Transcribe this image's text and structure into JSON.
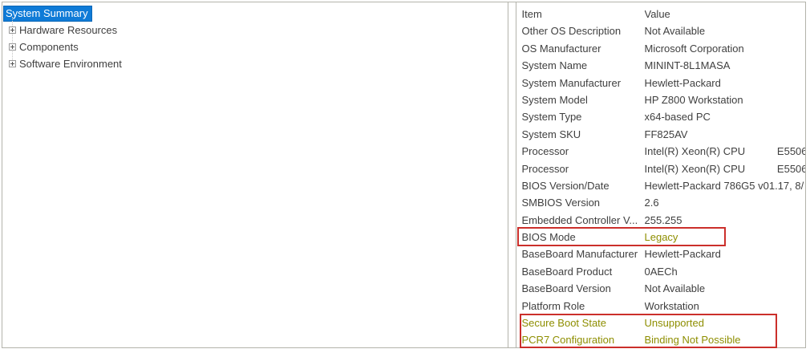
{
  "app": {
    "description": "System Information (msinfo32) content area"
  },
  "colors": {
    "selection_blue": "#0f7bd7",
    "annotation_red": "#cb2f2b",
    "highlight_olive": "#8e8e00",
    "pane_border_gray": "#b3b3ab",
    "text_gray": "#3f3f3f"
  },
  "left_panel": {
    "selected_item": "System Summary",
    "tree_items": [
      {
        "label": "Hardware Resources",
        "expand_icon": "plus-box-icon"
      },
      {
        "label": "Components",
        "expand_icon": "plus-box-icon"
      },
      {
        "label": "Software Environment",
        "expand_icon": "plus-box-icon"
      }
    ]
  },
  "right_panel": {
    "columns": {
      "item": "Item",
      "value": "Value"
    },
    "rows": [
      {
        "item": "Other OS Description",
        "value": "Not Available",
        "style": "normal"
      },
      {
        "item": "OS Manufacturer",
        "value": "Microsoft Corporation",
        "style": "normal"
      },
      {
        "item": "System Name",
        "value": "MININT-8L1MASA",
        "style": "normal"
      },
      {
        "item": "System Manufacturer",
        "value": "Hewlett-Packard",
        "style": "normal"
      },
      {
        "item": "System Model",
        "value": "HP Z800 Workstation",
        "style": "normal"
      },
      {
        "item": "System Type",
        "value": "x64-based PC",
        "style": "normal"
      },
      {
        "item": "System SKU",
        "value": "FF825AV",
        "style": "normal"
      },
      {
        "item": "Processor",
        "value": "Intel(R) Xeon(R) CPU           E5506",
        "style": "normal"
      },
      {
        "item": "Processor",
        "value": "Intel(R) Xeon(R) CPU           E5506",
        "style": "normal"
      },
      {
        "item": "BIOS Version/Date",
        "value": "Hewlett-Packard 786G5 v01.17, 8/",
        "style": "normal"
      },
      {
        "item": "SMBIOS Version",
        "value": "2.6",
        "style": "normal"
      },
      {
        "item": "Embedded Controller V...",
        "value": "255.255",
        "style": "normal"
      },
      {
        "item": "BIOS Mode",
        "value": "Legacy",
        "style": "value-olive"
      },
      {
        "item": "BaseBoard Manufacturer",
        "value": "Hewlett-Packard",
        "style": "normal"
      },
      {
        "item": "BaseBoard Product",
        "value": "0AECh",
        "style": "normal"
      },
      {
        "item": "BaseBoard Version",
        "value": "Not Available",
        "style": "normal"
      },
      {
        "item": "Platform Role",
        "value": "Workstation",
        "style": "normal"
      },
      {
        "item": "Secure Boot State",
        "value": "Unsupported",
        "style": "olive"
      },
      {
        "item": "PCR7 Configuration",
        "value": "Binding Not Possible",
        "style": "olive"
      }
    ]
  },
  "annotations": {
    "bios_mode_box": "red box around BIOS Mode / Legacy row",
    "secure_boot_box": "red box around Secure Boot State and PCR7 Configuration rows"
  }
}
